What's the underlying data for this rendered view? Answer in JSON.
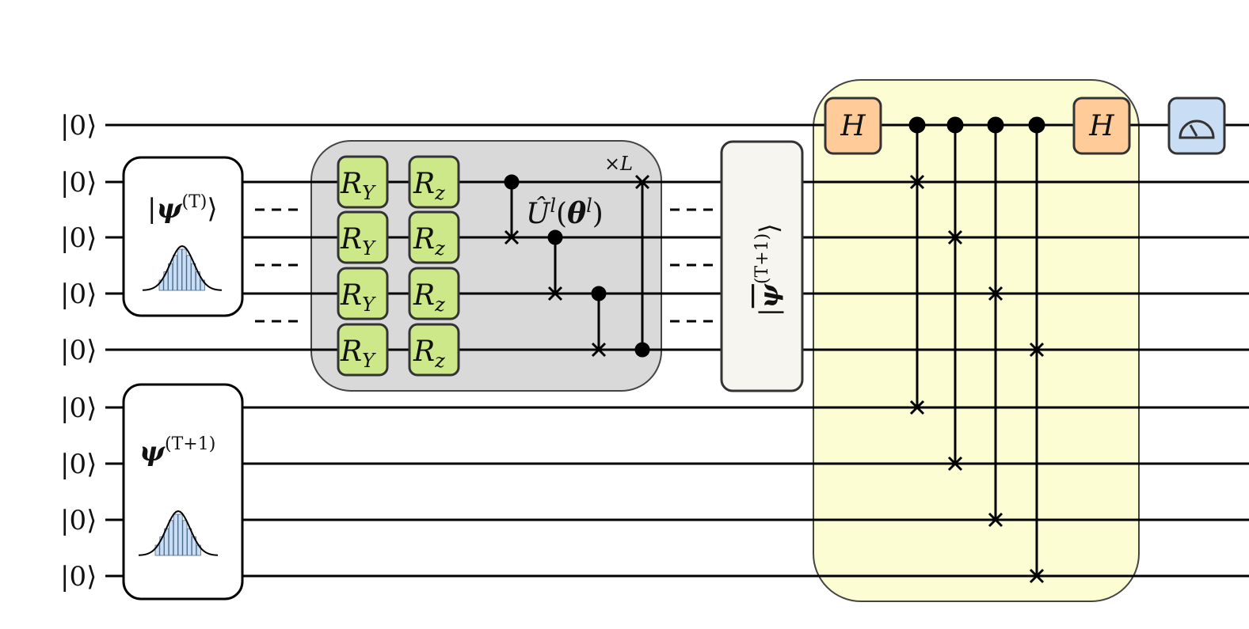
{
  "qubit_label": "|0⟩",
  "qubit_count": 9,
  "state_block_T": {
    "label": "|ψ(T)⟩",
    "base": "ψ",
    "sup": "(T)",
    "bars": [
      0.25,
      0.45,
      0.65,
      0.85,
      1.0,
      1.0,
      0.85,
      0.65,
      0.45,
      0.25
    ]
  },
  "state_block_T1": {
    "label": "ψ(T+1)",
    "base": "ψ",
    "sup": "(T+1)",
    "bars": [
      0.25,
      0.45,
      0.65,
      0.85,
      1.0,
      1.0,
      0.85,
      0.65,
      0.45,
      0.25
    ]
  },
  "ansatz": {
    "ry_label": "R",
    "ry_sub": "Y",
    "rz_label": "R",
    "rz_sub": "z",
    "unitary_label": "Û l(θl)",
    "repeat_label": "×L",
    "repeat_sym": "×",
    "repeat_var": "L",
    "u_hat": "Û",
    "u_sup": "l",
    "u_theta": "θ",
    "u_theta_sup": "l"
  },
  "output_state": {
    "label": "|ψ̄(T+1)⟩",
    "base": "ψ",
    "sup": "(T+1)"
  },
  "swap_test": {
    "hadamard_label": "H"
  },
  "colors": {
    "ansatz_bg": "#d9d9d9",
    "rotation_gate": "#cde888",
    "swap_bg": "#fdfdd4",
    "hadamard": "#ffcc99",
    "measure": "#c9def5",
    "state_box": "#f7f5ef",
    "histogram_bar": "#c9def5"
  },
  "icons": {
    "measurement": "meter-icon"
  }
}
